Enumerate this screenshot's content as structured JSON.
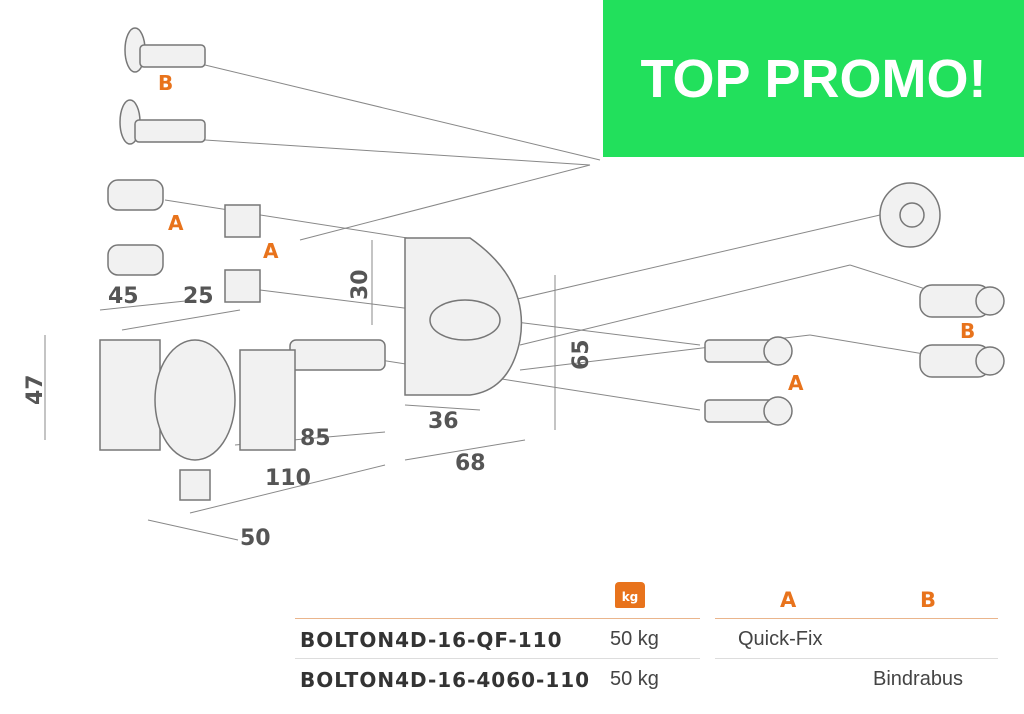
{
  "promo": {
    "text": "TOP PROMO!",
    "color": "#22e05c"
  },
  "drawing": {
    "dimensions": [
      "45",
      "25",
      "30",
      "65",
      "47",
      "85",
      "110",
      "50",
      "36",
      "68"
    ],
    "part_labels": {
      "a": "A",
      "b": "B"
    }
  },
  "table": {
    "headers": {
      "weight_icon_text": "kg",
      "col_a": "A",
      "col_b": "B"
    },
    "rows": [
      {
        "code": "BOLTON4D-16-QF-110",
        "weight": "50 kg",
        "a": "Quick-Fix",
        "b": ""
      },
      {
        "code": "BOLTON4D-16-4060-110",
        "weight": "50 kg",
        "a": "",
        "b": "Bindrabus"
      }
    ],
    "accent": "#e8731c"
  }
}
